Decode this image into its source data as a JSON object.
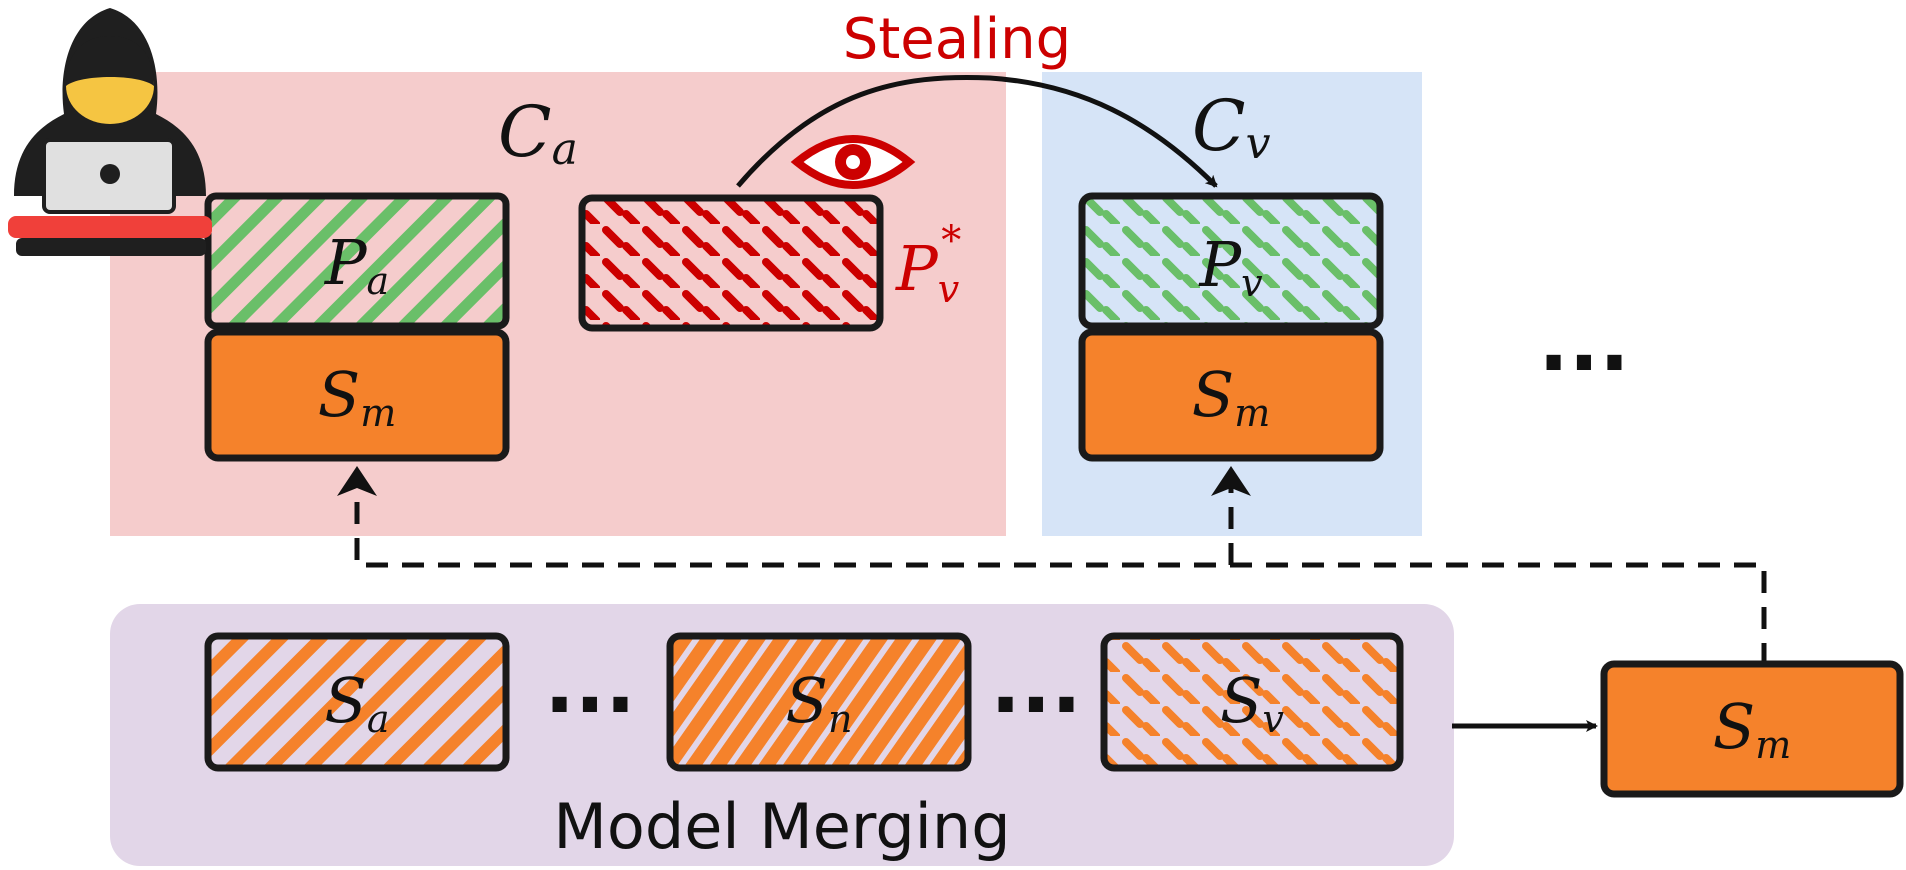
{
  "title": "Stealing",
  "attacker_client": {
    "label_main": "C",
    "label_sub": "a",
    "private_block": {
      "main": "P",
      "sub": "a"
    },
    "shared_block": {
      "main": "S",
      "sub": "m"
    },
    "stolen_block": {
      "main": "P",
      "sub": "v",
      "sup": "*"
    }
  },
  "victim_client": {
    "label_main": "C",
    "label_sub": "v",
    "private_block": {
      "main": "P",
      "sub": "v"
    },
    "shared_block": {
      "main": "S",
      "sub": "m"
    }
  },
  "more_clients": "...",
  "merging": {
    "label": "Model Merging",
    "blocks": [
      {
        "main": "S",
        "sub": "a"
      },
      {
        "main": "S",
        "sub": "n"
      },
      {
        "main": "S",
        "sub": "v"
      }
    ],
    "separator": "..."
  },
  "merged_model": {
    "main": "S",
    "sub": "m"
  },
  "colors": {
    "attacker_region": "#f5cccc",
    "victim_region": "#d6e4f7",
    "merging_region": "#e2d6e8",
    "orange": "#f5822b",
    "green": "#6abf69",
    "red": "#cc0000",
    "stroke": "#1a1a1a"
  },
  "icons": [
    "hacker-icon",
    "eye-icon"
  ]
}
